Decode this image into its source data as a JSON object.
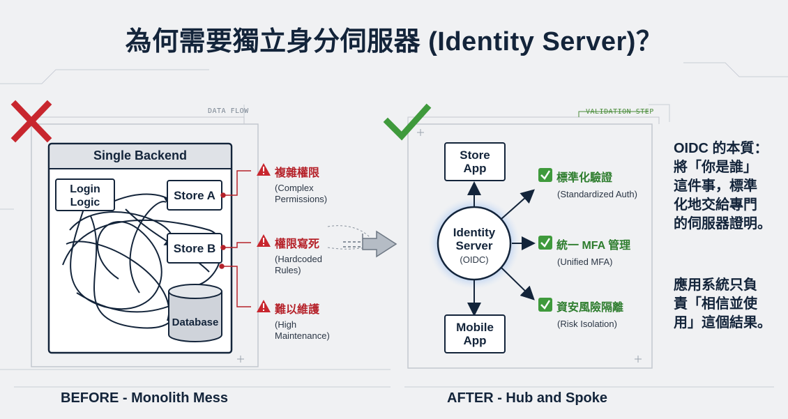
{
  "title": "為何需要獨立身分伺服器 (Identity Server)？",
  "before": {
    "tag": "DATA FLOW",
    "container_title": "Single Backend",
    "nodes": {
      "login_line1": "Login",
      "login_line2": "Logic",
      "store_a": "Store A",
      "store_b": "Store B",
      "database": "Database"
    },
    "warnings": [
      {
        "title": "複雜權限",
        "sub1": "(Complex",
        "sub2": "Permissions)"
      },
      {
        "title": "權限寫死",
        "sub1": "(Hardcoded",
        "sub2": "Rules)"
      },
      {
        "title": "難以維護",
        "sub1": "(High",
        "sub2": "Maintenance)"
      }
    ],
    "caption": "BEFORE - Monolith Mess"
  },
  "after": {
    "tag": "VALIDATION STEP",
    "store_app_line1": "Store",
    "store_app_line2": "App",
    "mobile_app_line1": "Mobile",
    "mobile_app_line2": "App",
    "hub_line1": "Identity",
    "hub_line2": "Server",
    "hub_sub": "(OIDC)",
    "benefits": [
      {
        "title": "標準化驗證",
        "sub": "(Standardized Auth)"
      },
      {
        "title": "統一 MFA 管理",
        "sub": "(Unified MFA)"
      },
      {
        "title": "資安風險隔離",
        "sub": "(Risk Isolation)"
      }
    ],
    "caption": "AFTER - Hub and Spoke"
  },
  "side_text": {
    "p1": [
      "OIDC 的本質：",
      "將「你是誰」",
      "這件事，標準",
      "化地交給專門",
      "的伺服器證明。"
    ],
    "p2": [
      "應用系統只負",
      "責「相信並使",
      "用」這個結果。"
    ]
  },
  "colors": {
    "red": "#c8262e",
    "green": "#3f9a3c",
    "navy": "#13243a",
    "glow": "#6f9de0"
  },
  "icons": {
    "before_mark": "x-mark-icon",
    "after_mark": "check-mark-icon",
    "warning": "warning-triangle-icon",
    "check": "check-box-icon"
  }
}
